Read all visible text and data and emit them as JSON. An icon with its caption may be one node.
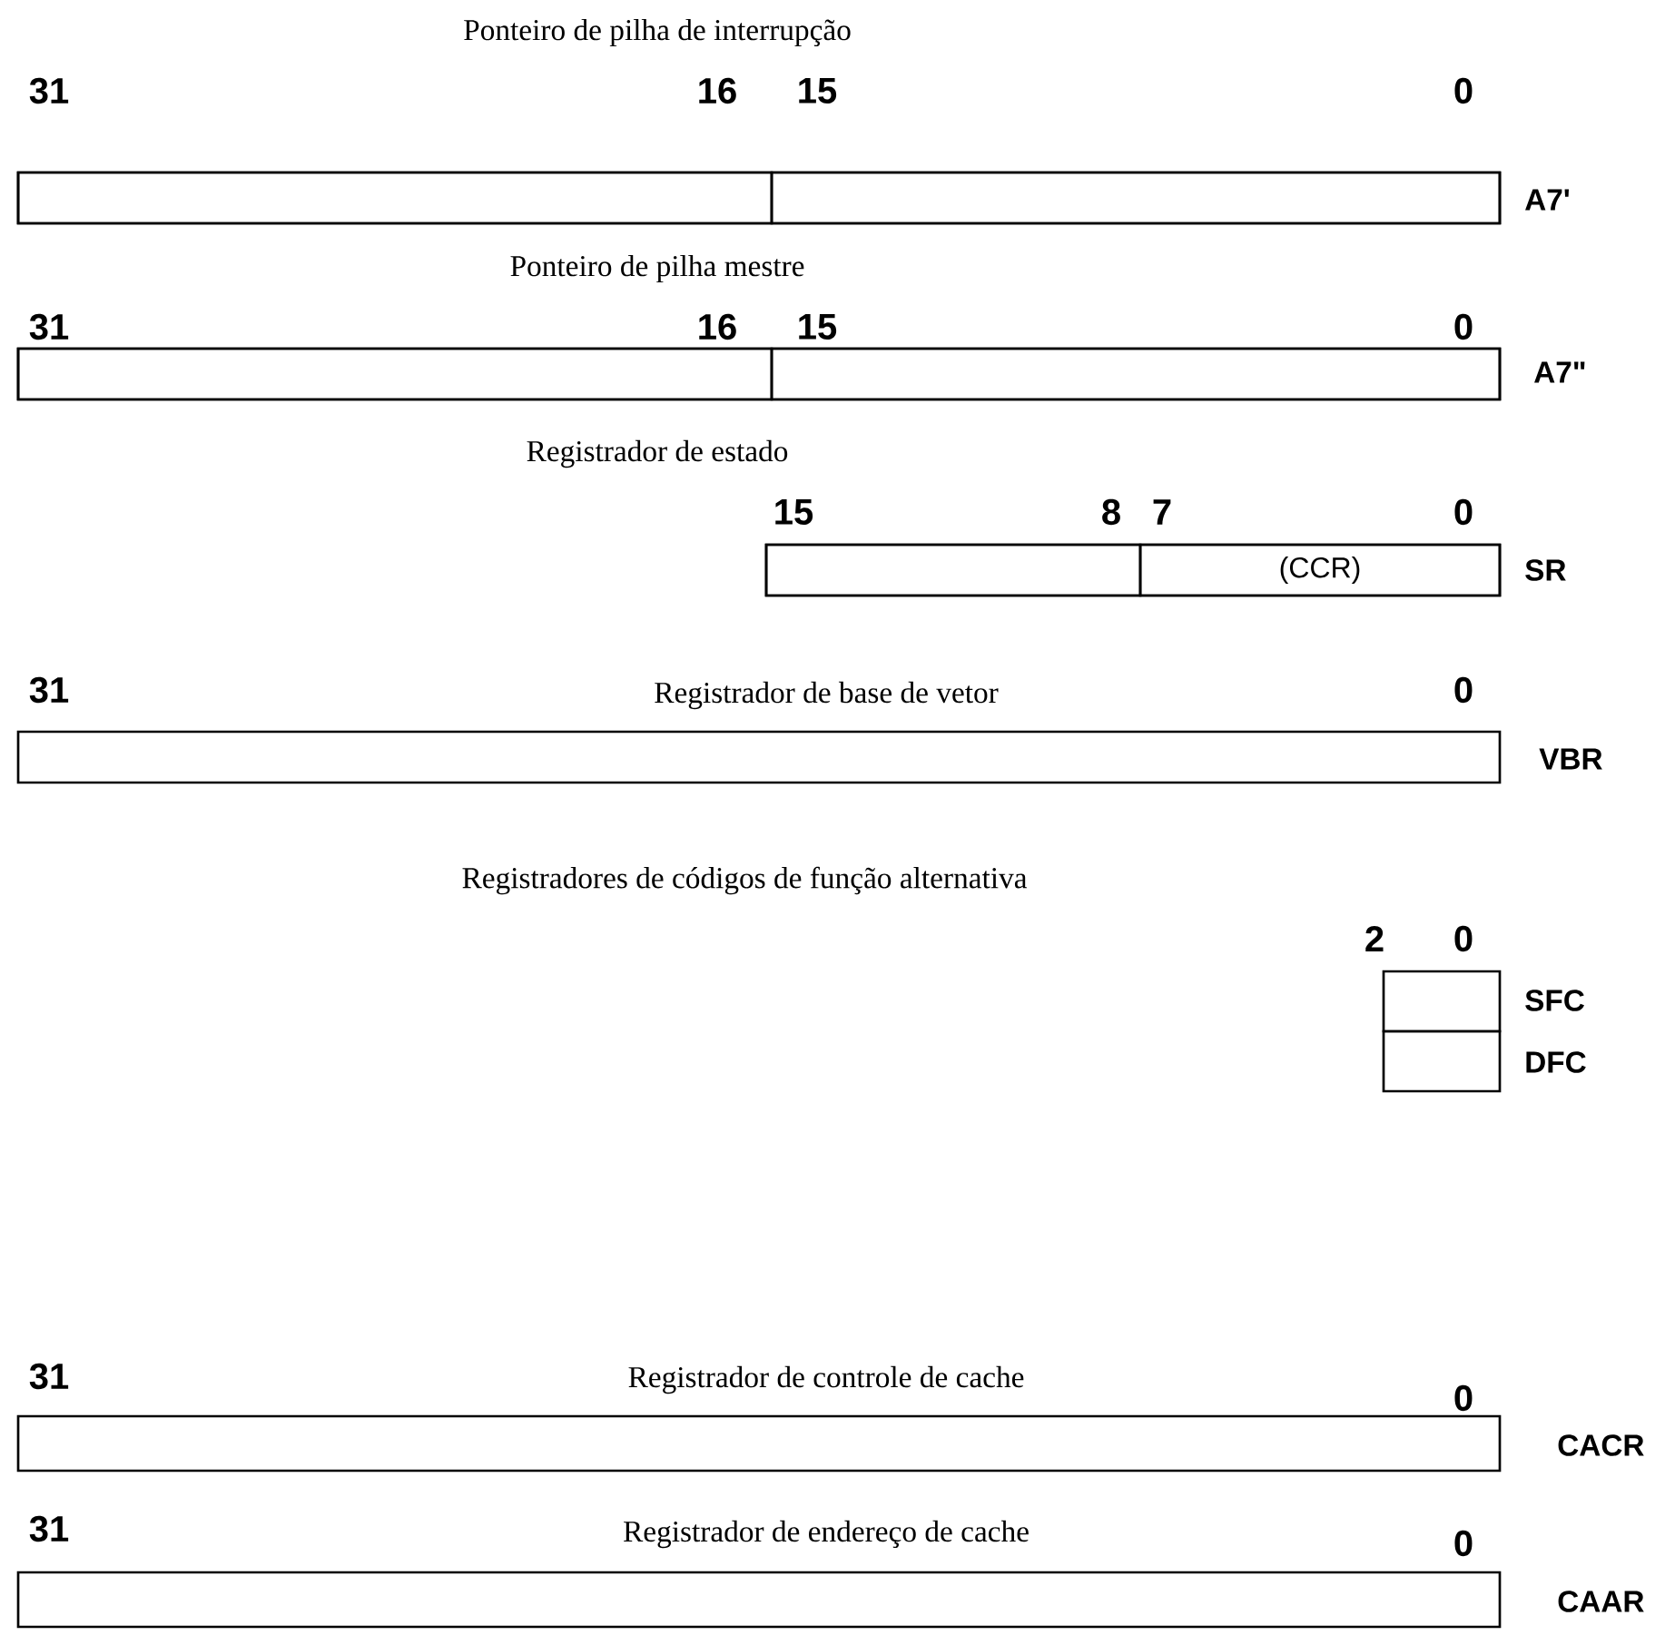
{
  "diagram": {
    "nodes": [
      {
        "text": [
          "Ponteiro de pilha de interrupção"
        ],
        "beside": [
          "A7'"
        ]
      },
      {
        "text": [],
        "shape": "box",
        "in": 0
      },
      {
        "text": [],
        "shape": "box",
        "in": 0
      },
      {
        "text": [
          "Ponteiro de pilha mestre"
        ],
        "beside": [
          "A7\""
        ]
      },
      {
        "text": [],
        "shape": "box",
        "in": 3
      },
      {
        "text": [],
        "shape": "box",
        "in": 3
      },
      {
        "text": [
          "Registrador de estado"
        ],
        "beside": [
          "SR"
        ]
      },
      {
        "text": [],
        "shape": "box",
        "in": 6
      },
      {
        "text": [
          "(CCR)"
        ],
        "in": 6
      },
      {
        "text": [
          "Registrador de base de vetor"
        ],
        "beside": [
          "VBR"
        ]
      },
      {
        "text": [],
        "shape": "box",
        "beside": [
          "SFC"
        ]
      },
      {
        "text": [],
        "shape": "box",
        "beside": [
          "DFC"
        ]
      },
      {
        "text": [
          "Registrador de controle de cache"
        ],
        "beside": [
          "CACR"
        ]
      },
      {
        "text": [
          "Registrador de endereço de cache"
        ],
        "beside": [
          "CAAR"
        ]
      }
    ],
    "labels": [
      "31",
      "16",
      "15",
      "0",
      "31",
      "16",
      "15",
      "0",
      "15",
      "8",
      "7",
      "0",
      "31",
      "0",
      "Registradores de códigos de função alternativa",
      "2",
      "0",
      "31",
      "0",
      "31",
      "0"
    ]
  }
}
